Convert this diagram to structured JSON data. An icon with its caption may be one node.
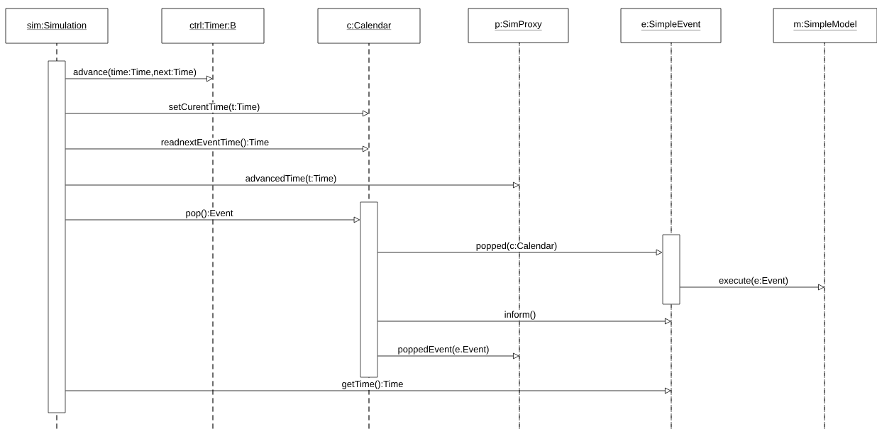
{
  "diagram": {
    "nodes": [
      {
        "text": [
          "sim:Simulation"
        ]
      },
      {
        "text": [
          "ctrl:Timer:B"
        ]
      },
      {
        "text": [
          "c:Calendar"
        ]
      },
      {
        "text": [
          "p:SimProxy"
        ]
      },
      {
        "text": [
          "e:SimpleEvent"
        ]
      },
      {
        "text": [
          "m:SimpleModel"
        ]
      },
      {
        "text": [],
        "shape": "line"
      },
      {
        "text": [],
        "shape": "line"
      },
      {
        "text": [],
        "shape": "line"
      },
      {
        "text": [],
        "shape": "line"
      },
      {
        "text": [],
        "shape": "line"
      },
      {
        "text": [],
        "shape": "line"
      },
      {
        "text": [],
        "shape": "bar"
      },
      {
        "text": [],
        "shape": "bar"
      },
      {
        "text": [],
        "shape": "bar"
      }
    ],
    "edges": [
      {
        "from": 12,
        "to": 7,
        "arrow": "to",
        "label": "advance(time:Time,next:Time)"
      },
      {
        "from": 12,
        "to": 8,
        "arrow": "to",
        "label": "setCurentTime(t:Time)"
      },
      {
        "from": 12,
        "to": 8,
        "arrow": "to",
        "label": "readnextEventTime():Time"
      },
      {
        "from": 12,
        "to": 9,
        "arrow": "to",
        "label": "advancedTime(t:Time)"
      },
      {
        "from": 12,
        "to": 13,
        "arrow": "to",
        "label": "pop():Event"
      },
      {
        "from": 13,
        "to": 14,
        "arrow": "to",
        "label": "popped(c:Calendar)"
      },
      {
        "from": 14,
        "to": 11,
        "arrow": "to",
        "label": "execute(e:Event)"
      },
      {
        "from": 13,
        "to": 10,
        "arrow": "to",
        "label": "inform()"
      },
      {
        "from": 13,
        "to": 9,
        "arrow": "to",
        "label": "poppedEvent(e.Event)"
      },
      {
        "from": 12,
        "to": 10,
        "arrow": "to",
        "label": "getTime():Time"
      }
    ]
  }
}
